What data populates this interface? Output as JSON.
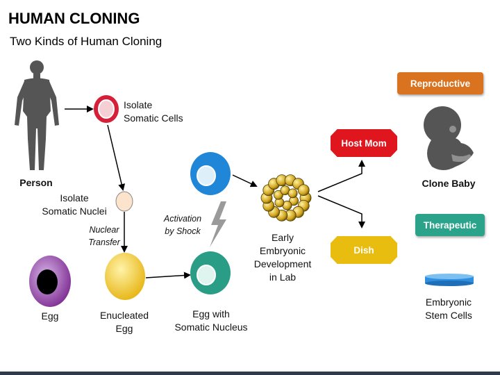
{
  "title": "HUMAN CLONING",
  "subtitle": "Two Kinds of Human Cloning",
  "labels": {
    "person": "Person",
    "isolate_cells": [
      "Isolate",
      "Somatic Cells"
    ],
    "isolate_nuclei": [
      "Isolate",
      "Somatic Nuclei"
    ],
    "nuclear_transfer": [
      "Nuclear",
      "Transfer"
    ],
    "egg": "Egg",
    "enucleated_egg": [
      "Enucleated",
      "Egg"
    ],
    "egg_with_nucleus": [
      "Egg with",
      "Somatic Nucleus"
    ],
    "activation": [
      "Activation",
      "by Shock"
    ],
    "embryo": [
      "Early",
      "Embryonic",
      "Development",
      "in Lab"
    ],
    "clone_baby": "Clone Baby",
    "stem_cells": [
      "Embryonic",
      "Stem Cells"
    ]
  },
  "boxes": {
    "reproductive": "Reproductive",
    "host_mom": "Host Mom",
    "therapeutic": "Therapeutic",
    "dish": "Dish"
  },
  "colors": {
    "reproductive": "#d9731f",
    "host_mom": "#e0161f",
    "therapeutic": "#2aa38a",
    "dish": "#e9bd10",
    "somatic_cell": "#d6203a",
    "blue_cell": "#1f86d8",
    "teal_cell": "#2a9d86",
    "egg_purple": "#8e3fa0",
    "enucleated": "#f3d23a",
    "stem_disc": "#2e8fe0",
    "silhouette": "#555555"
  },
  "icons": [
    "person-silhouette-icon",
    "fetus-icon",
    "lightning-icon",
    "petri-disc-icon"
  ]
}
